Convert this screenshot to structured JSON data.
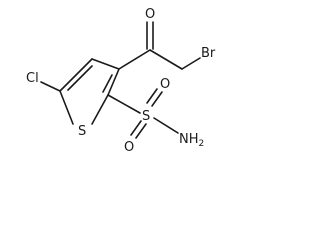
{
  "molecule": {
    "labels": {
      "oxygen_carbonyl": "O",
      "bromine": "Br",
      "chlorine": "Cl",
      "sulfur_ring": "S",
      "sulfur_sulfonyl": "S",
      "oxygen_sulfonyl_top": "O",
      "oxygen_sulfonyl_bottom": "O",
      "amine_n": "NH",
      "amine_subscript": "2"
    }
  },
  "colors": {
    "ink": "#1a1a1a",
    "background": "#ffffff"
  }
}
